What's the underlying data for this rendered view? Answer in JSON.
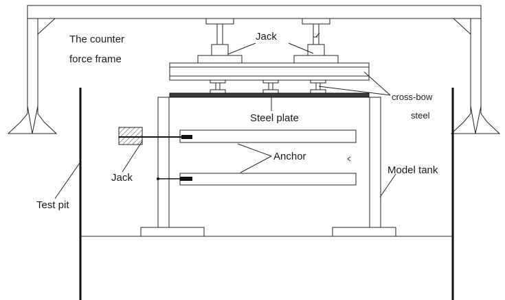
{
  "labels": {
    "counter_force_frame_line1": "The counter",
    "counter_force_frame_line2": "force frame",
    "jack_top": "Jack",
    "cross_bow_line1": "cross-bow",
    "cross_bow_line2": "steel",
    "steel_plate": "Steel plate",
    "anchor": "Anchor",
    "jack_left": "Jack",
    "model_tank": "Model tank",
    "test_pit": "Test pit"
  },
  "colors": {
    "line": "#222222",
    "hatch": "#555555",
    "background": "#ffffff"
  }
}
